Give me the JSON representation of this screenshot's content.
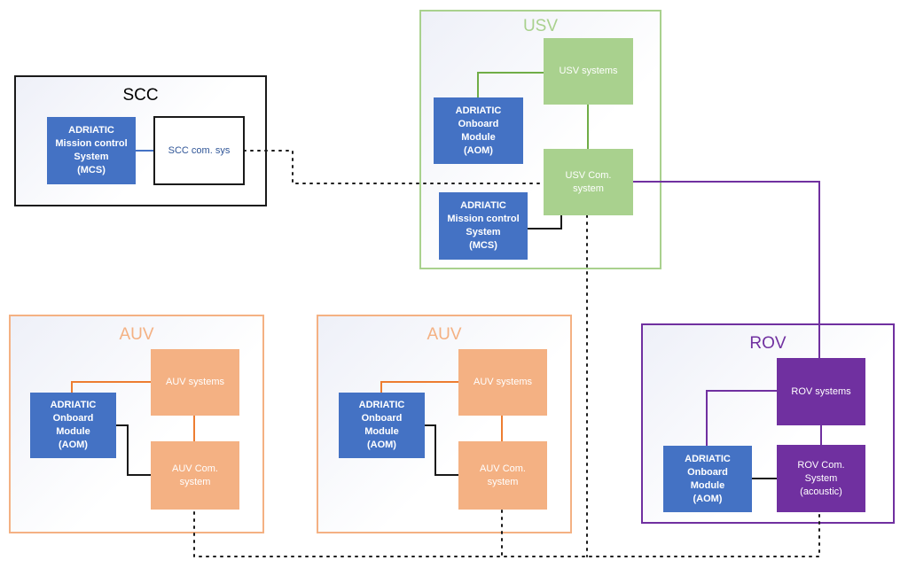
{
  "groups": {
    "scc": {
      "title": "SCC",
      "title_color": "#000000",
      "border": "#000000"
    },
    "usv": {
      "title": "USV",
      "title_color": "#a9d18e",
      "border": "#a9d18e"
    },
    "auv1": {
      "title": "AUV",
      "title_color": "#f4b183",
      "border": "#f4b183"
    },
    "auv2": {
      "title": "AUV",
      "title_color": "#f4b183",
      "border": "#f4b183"
    },
    "rov": {
      "title": "ROV",
      "title_color": "#7030a0",
      "border": "#7030a0"
    }
  },
  "boxes": {
    "scc_mcs": "ADRIATIC\nMission control\nSystem\n(MCS)",
    "scc_com": "SCC com. sys",
    "usv_systems": "USV systems",
    "usv_aom": "ADRIATIC\nOnboard\nModule\n(AOM)",
    "usv_com": "USV Com.\nsystem",
    "usv_mcs": "ADRIATIC\nMission control\nSystem\n(MCS)",
    "auv1_systems": "AUV systems",
    "auv1_aom": "ADRIATIC\nOnboard\nModule\n(AOM)",
    "auv1_com": "AUV Com.\nsystem",
    "auv2_systems": "AUV systems",
    "auv2_aom": "ADRIATIC\nOnboard\nModule\n(AOM)",
    "auv2_com": "AUV Com.\nsystem",
    "rov_systems": "ROV systems",
    "rov_aom": "ADRIATIC\nOnboard\nModule\n(AOM)",
    "rov_com": "ROV Com.\nSystem\n(acoustic)"
  },
  "colors": {
    "module_blue": "#4472c4",
    "usv_green": "#a9d18e",
    "auv_orange": "#f4b183",
    "rov_purple": "#7030a0",
    "wired_link": "#000000",
    "dotted_link": "#000000"
  }
}
